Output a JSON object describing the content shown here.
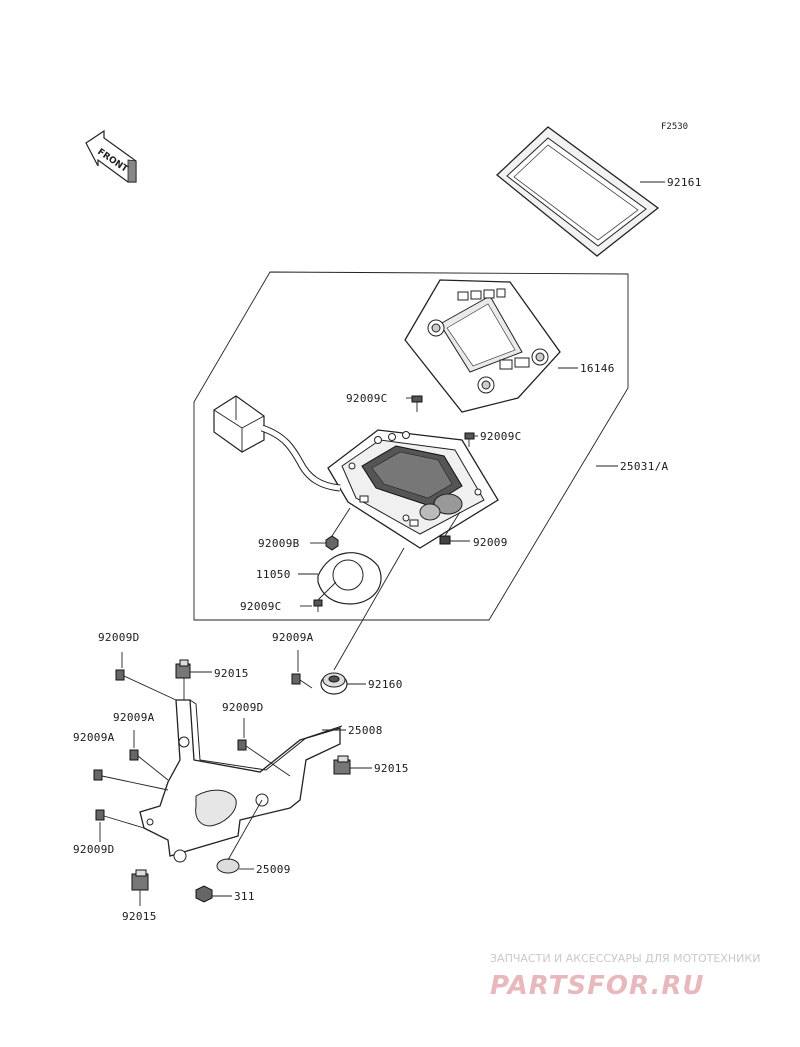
{
  "figure_code": "F2530",
  "front_arrow_text": "FRONT",
  "parts": {
    "p92161": "92161",
    "p16146": "16146",
    "p25031a": "25031/A",
    "p92009c_top": "92009C",
    "p92009c_mid": "92009C",
    "p92009b": "92009B",
    "p92009_r": "92009",
    "p11050": "11050",
    "p92009c_bot": "92009C",
    "p92009d_top": "92009D",
    "p92009a_top": "92009A",
    "p92015_top": "92015",
    "p92160": "92160",
    "p92009d_mid": "92009D",
    "p92009a_left": "92009A",
    "p25008": "25008",
    "p92009a_farleft": "92009A",
    "p92015_right": "92015",
    "p92009d_bot": "92009D",
    "p25009": "25009",
    "p311": "311",
    "p92015_bot": "92015"
  },
  "watermark": {
    "line1": "ЗАПЧАСТИ И АКСЕССУАРЫ ДЛЯ МОТОТЕХНИКИ",
    "line2": "PARTSFOR.RU"
  }
}
